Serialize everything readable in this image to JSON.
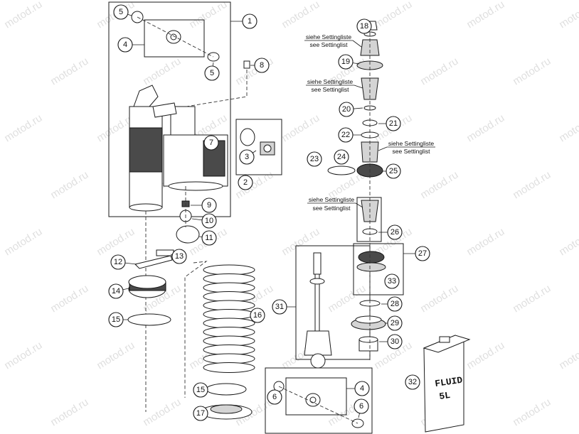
{
  "watermark_text": "motod.ru",
  "callouts": {
    "c1": "1",
    "c2": "2",
    "c3": "3",
    "c4a": "4",
    "c5a": "5",
    "c5b": "5",
    "c6a": "6",
    "c6b": "6",
    "c4b": "4",
    "c7": "7",
    "c8": "8",
    "c9": "9",
    "c10": "10",
    "c11": "11",
    "c12": "12",
    "c13": "13",
    "c14": "14",
    "c15a": "15",
    "c15b": "15",
    "c16": "16",
    "c17": "17",
    "c18": "18",
    "c19": "19",
    "c20": "20",
    "c21": "21",
    "c22": "22",
    "c23": "23",
    "c24": "24",
    "c25": "25",
    "c26": "26",
    "c27": "27",
    "c28": "28",
    "c29": "29",
    "c30": "30",
    "c31": "31",
    "c32": "32",
    "c33": "33"
  },
  "notes": {
    "n1_de": "siehe Settingliste",
    "n1_en": "see Settinglist",
    "n2_de": "siehe Settingliste",
    "n2_en": "see Settinglist",
    "n3_de": "siehe Settingliste",
    "n3_en": "see Settinglist",
    "n4_de": "siehe Settingliste",
    "n4_en": "see Settinglist"
  },
  "fluid_can": {
    "line1": "FLUID",
    "line2": "5L"
  }
}
